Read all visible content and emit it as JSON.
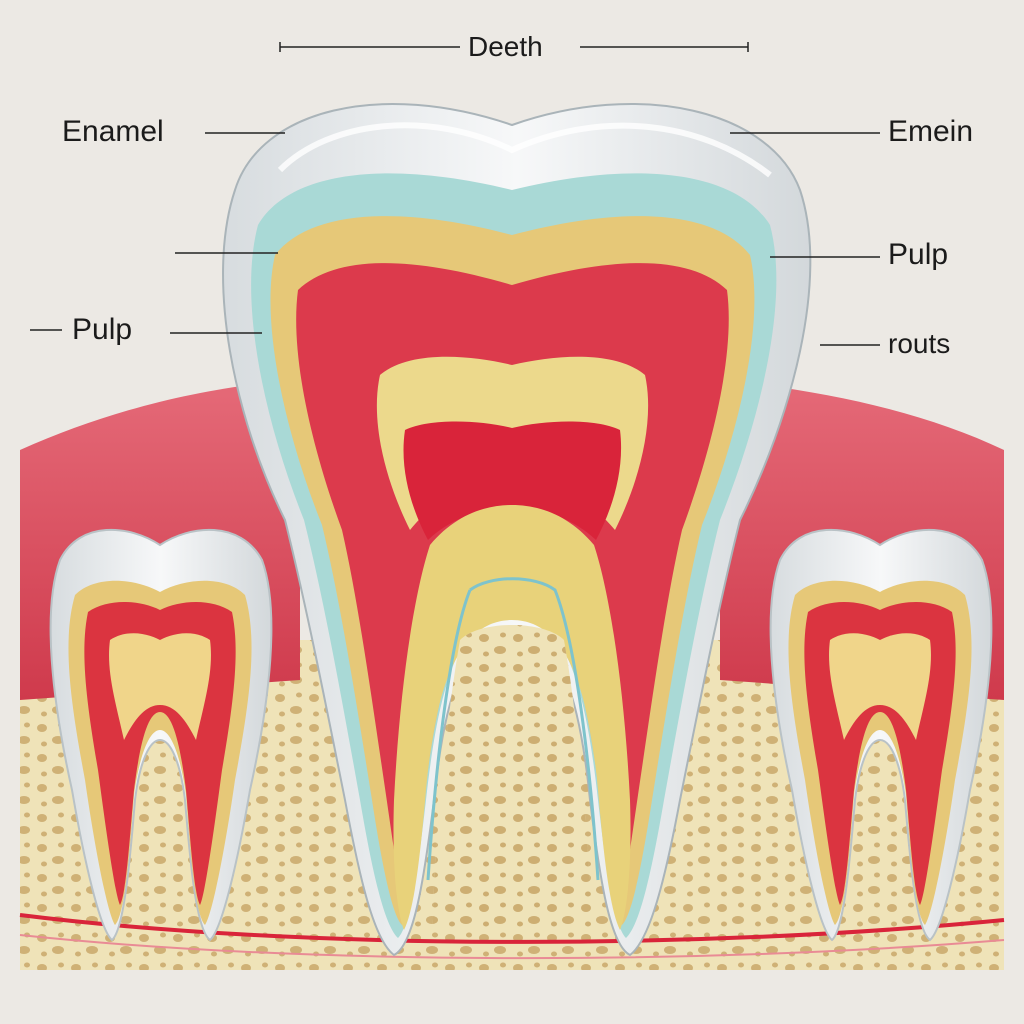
{
  "diagram": {
    "title": "Deeth",
    "labels": {
      "enamel_left": "Enamel",
      "pulp_left": "Pulp",
      "emein_right": "Emein",
      "pulp_right": "Pulp",
      "routs_right": "routs"
    }
  },
  "colors": {
    "background": "#ece9e4",
    "enamel": "#e9ecee",
    "dentin_blue": "#a9d9d6",
    "dentin_yellow": "#e6c878",
    "gum": "#dc4a5c",
    "pulp_red": "#d9243a",
    "bone": "#efe3b8",
    "bone_pores": "#c9a86a"
  }
}
